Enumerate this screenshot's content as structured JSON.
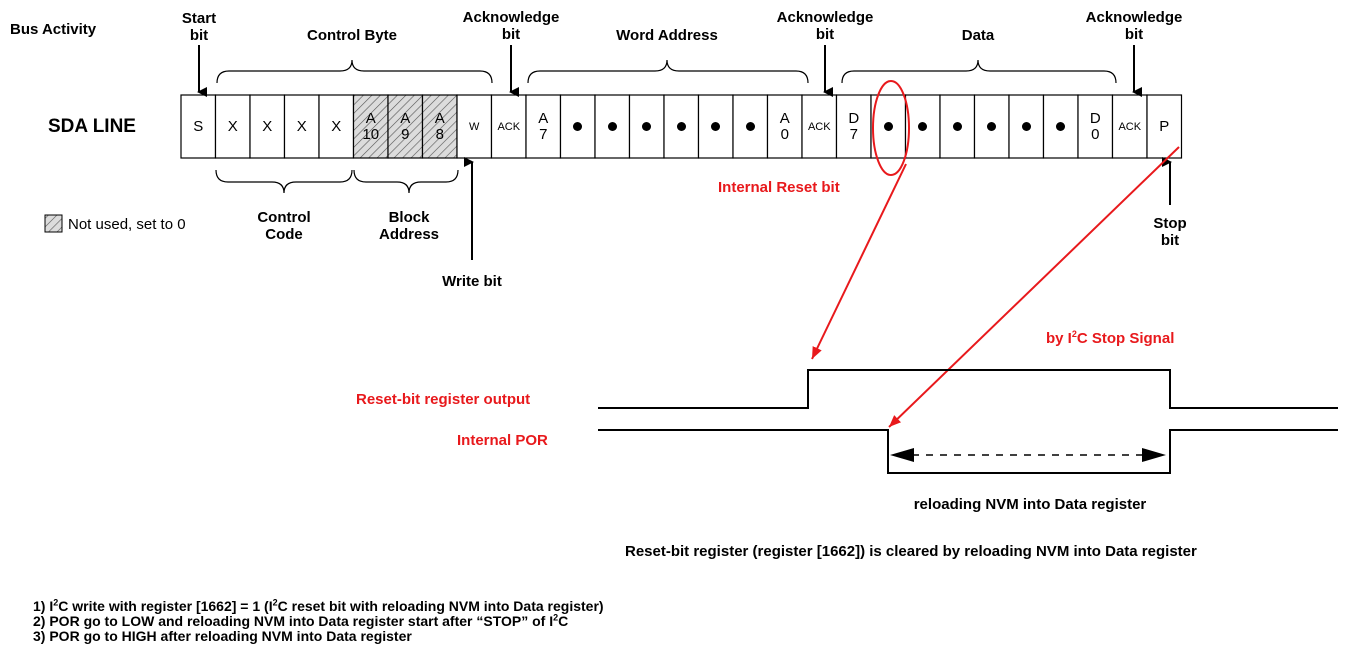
{
  "labels": {
    "bus_activity": "Bus Activity",
    "start_bit": [
      "Start",
      "bit"
    ],
    "control_byte": "Control Byte",
    "ack_bit": [
      "Acknowledge",
      "bit"
    ],
    "word_address": "Word Address",
    "data": "Data",
    "sda_line": "SDA LINE",
    "control_code": [
      "Control",
      "Code"
    ],
    "block_address": [
      "Block",
      "Address"
    ],
    "write_bit": "Write bit",
    "stop_bit": [
      "Stop",
      "bit"
    ],
    "legend_not_used": "Not used, set to 0",
    "internal_reset_bit": "Internal Reset bit",
    "by_i2c_stop_signal_pre": "by I",
    "by_i2c_stop_signal_sup": "2",
    "by_i2c_stop_signal_post": "C Stop Signal",
    "reset_bit_register_output": "Reset-bit register output",
    "internal_por": "Internal POR",
    "reloading_nvm": "reloading NVM into Data register",
    "reset_bit_cleared": "Reset-bit register (register [1662]) is cleared by reloading NVM into Data register"
  },
  "sda_cells": [
    {
      "top": "S"
    },
    {
      "top": "X"
    },
    {
      "top": "X"
    },
    {
      "top": "X"
    },
    {
      "top": "X"
    },
    {
      "top": "A",
      "bottom": "10",
      "hatched": true
    },
    {
      "top": "A",
      "bottom": "9",
      "hatched": true
    },
    {
      "top": "A",
      "bottom": "8",
      "hatched": true
    },
    {
      "top": "W",
      "small": true
    },
    {
      "top": "ACK",
      "small": true
    },
    {
      "top": "A",
      "bottom": "7"
    },
    {
      "dot": true
    },
    {
      "dot": true
    },
    {
      "dot": true
    },
    {
      "dot": true
    },
    {
      "dot": true
    },
    {
      "dot": true
    },
    {
      "top": "A",
      "bottom": "0"
    },
    {
      "top": "ACK",
      "small": true
    },
    {
      "top": "D",
      "bottom": "7"
    },
    {
      "dot": true
    },
    {
      "dot": true
    },
    {
      "dot": true
    },
    {
      "dot": true
    },
    {
      "dot": true
    },
    {
      "dot": true
    },
    {
      "top": "D",
      "bottom": "0"
    },
    {
      "top": "ACK",
      "small": true
    },
    {
      "top": "P"
    }
  ],
  "notes": [
    {
      "a": "1) I",
      "b": "2",
      "c": "C write with register [1662] = 1 (I",
      "d": "2",
      "e": "C reset bit with reloading NVM into Data register)"
    },
    {
      "a": "2) POR go to LOW and reloading NVM into Data register start after “STOP” of I",
      "b": "2",
      "c": "C",
      "d": "",
      "e": ""
    },
    {
      "a": "3) POR go to HIGH after reloading NVM into Data register",
      "b": "",
      "c": "",
      "d": "",
      "e": ""
    }
  ],
  "colors": {
    "annotation": "#e8191c",
    "line": "#000000"
  }
}
